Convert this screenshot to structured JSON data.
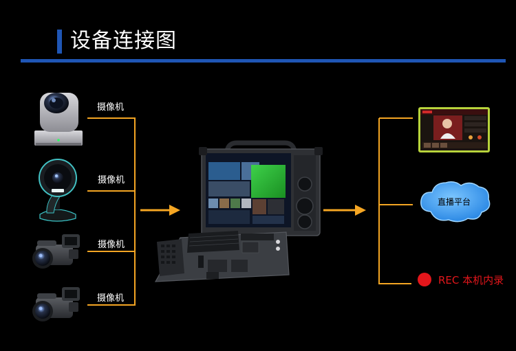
{
  "title": "设备连接图",
  "colors": {
    "accent": "#1f56b5",
    "connector": "#f5a623",
    "record": "#e3161b"
  },
  "inputs": [
    {
      "icon": "ptz-camera-icon",
      "label": "摄像机"
    },
    {
      "icon": "webcam-icon",
      "label": "摄像机"
    },
    {
      "icon": "camcorder-icon",
      "label": "摄像机"
    },
    {
      "icon": "camcorder-icon",
      "label": "摄像机"
    }
  ],
  "center_device": {
    "icon": "portable-switcher-icon"
  },
  "outputs": [
    {
      "icon": "monitor-screen-icon",
      "label": ""
    },
    {
      "icon": "cloud-icon",
      "label": "直播平台"
    },
    {
      "icon": "record-dot-icon",
      "label": "REC  本机内录"
    }
  ]
}
